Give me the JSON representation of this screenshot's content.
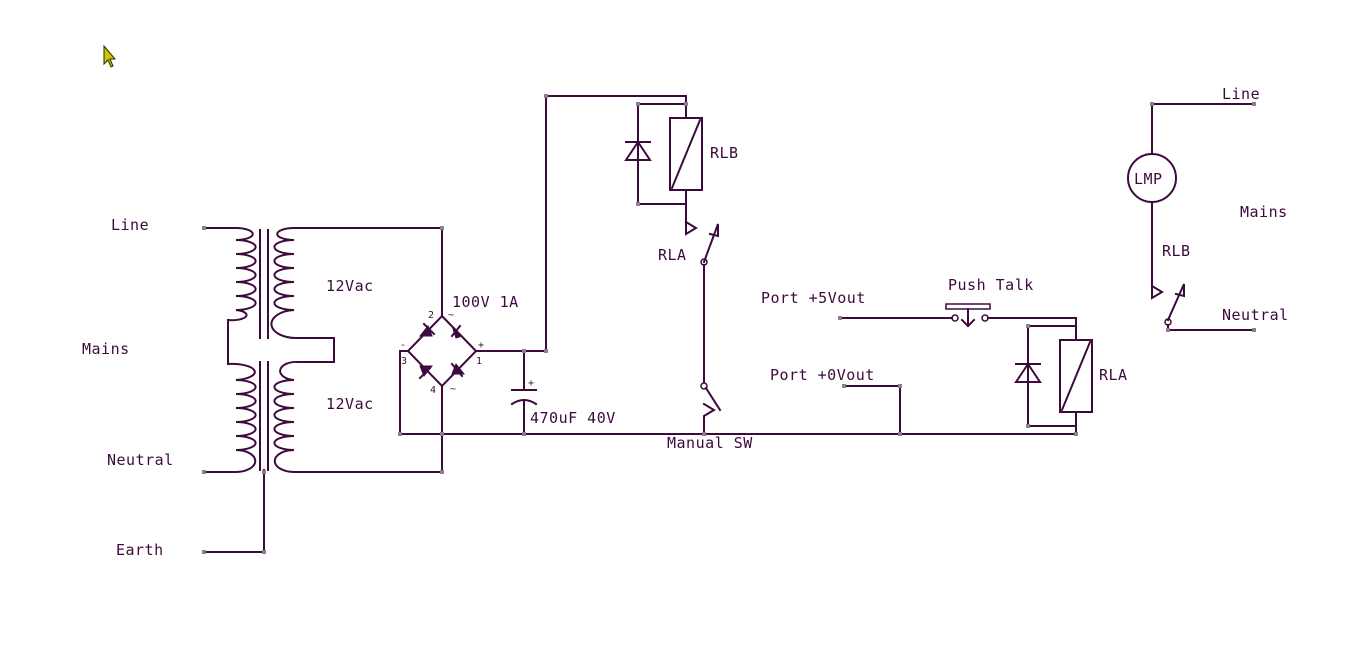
{
  "labels": {
    "left_line": "Line",
    "left_mains": "Mains",
    "left_neutral": "Neutral",
    "left_earth": "Earth",
    "secondary_top": "12Vac",
    "secondary_bottom": "12Vac",
    "bridge_rating": "100V 1A",
    "bridge_pin_plus": "+",
    "bridge_pin_minus": "-",
    "bridge_pin_1": "1",
    "bridge_pin_2": "2",
    "bridge_pin_3": "3",
    "bridge_pin_4": "4",
    "bridge_tilde_top": "~",
    "bridge_tilde_bottom": "~",
    "cap_plus": "+",
    "capacitor": "470uF 40V",
    "relay_b": "RLB",
    "relay_a_contact": "RLA",
    "manual_switch": "Manual SW",
    "port_5v": "Port +5Vout",
    "port_0v": "Port +0Vout",
    "push_talk": "Push Talk",
    "relay_a": "RLA",
    "right_line": "Line",
    "right_mains": "Mains",
    "right_neutral": "Neutral",
    "lamp": "LMP",
    "relay_b_contact": "RLB"
  },
  "colors": {
    "ink": "#3d0a3d",
    "pointer": "#c8c800",
    "background": "#ffffff"
  }
}
